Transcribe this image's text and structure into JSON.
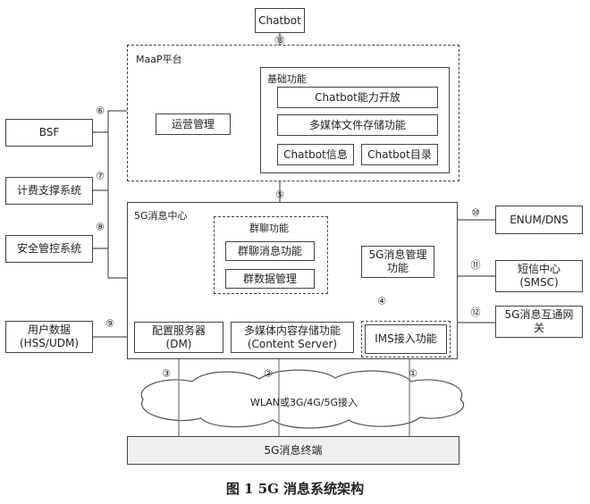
{
  "nodes": {
    "chatbot": "Chatbot",
    "maap_platform": "MaaP平台",
    "ops_mgmt": "运营管理",
    "basic_functions": "基础功能",
    "chatbot_capability": "Chatbot能力开放",
    "media_file_storage": "多媒体文件存储功能",
    "chatbot_info": "Chatbot信息",
    "chatbot_directory": "Chatbot目录",
    "bsf": "BSF",
    "billing": "计费支撑系统",
    "security": "安全管控系统",
    "user_data_1": "用户数据",
    "user_data_2": "(HSS/UDM)",
    "msg_center": "5G消息中心",
    "group_chat": "群聊功能",
    "group_msg": "群聊消息功能",
    "group_data": "群数据管理",
    "msg_mgmt_1": "5G消息管理",
    "msg_mgmt_2": "功能",
    "config_server_1": "配置服务器",
    "config_server_2": "(DM)",
    "content_server_1": "多媒体内容存储功能",
    "content_server_2": "(Content Server)",
    "ims_access": "IMS接入功能",
    "enum_dns": "ENUM/DNS",
    "smsc_1": "短信中心",
    "smsc_2": "(SMSC)",
    "interwork_1": "5G消息互通网",
    "interwork_2": "关",
    "access_network": "WLAN或3G/4G/5G接入",
    "terminal": "5G消息终端"
  },
  "interfaces": {
    "i1": "①",
    "i2": "②",
    "i3": "③",
    "i4": "④",
    "i5": "⑤",
    "i6": "⑥",
    "i7": "⑦",
    "i8": "⑧",
    "i9": "⑨",
    "i10": "⑩",
    "i11": "⑪",
    "i12": "⑫",
    "i13": "⑬"
  },
  "caption": "图 1  5G 消息系统架构"
}
